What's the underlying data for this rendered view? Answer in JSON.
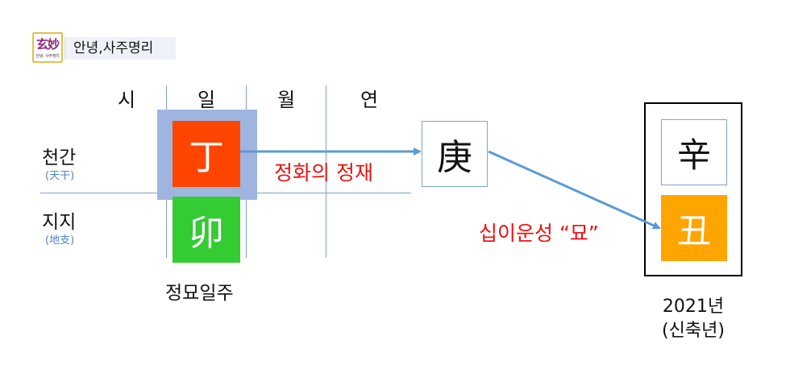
{
  "logo": {
    "main": "玄妙",
    "sub": "안녕, 사주명리",
    "title": "안녕,사주명리"
  },
  "pillars": {
    "headers": [
      "시",
      "일",
      "월",
      "연"
    ]
  },
  "rows": {
    "cheongan": {
      "label": "천간",
      "sub": "(天干)"
    },
    "jiji": {
      "label": "지지",
      "sub": "(地支)"
    }
  },
  "day_pillar": {
    "stem": "丁",
    "branch": "卯",
    "caption": "정묘일주"
  },
  "relation": {
    "target_stem": "庚",
    "label": "정화의 정재"
  },
  "twelve_stage": {
    "label": "십이운성 “묘”"
  },
  "year_pillar": {
    "stem": "辛",
    "branch": "丑",
    "year": "2021년",
    "name": "(신축년)"
  },
  "colors": {
    "day_stem_fill": "#ff4500",
    "day_branch_fill": "#33cc33",
    "year_branch_fill": "#ffa500",
    "highlight_fill": "#9fb5e0",
    "arrow": "#5b9bd5",
    "accent_text": "#ee1111"
  }
}
